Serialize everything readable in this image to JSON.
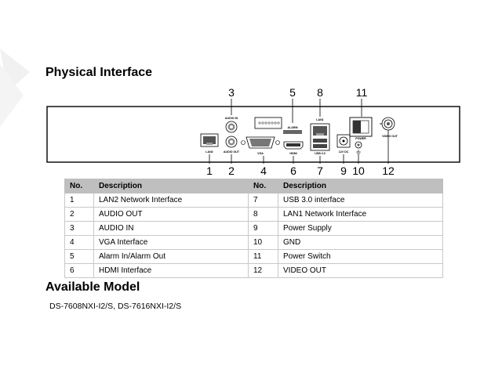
{
  "sections": {
    "physical_title": "Physical Interface",
    "available_title": "Available Model",
    "models_text": "DS-7608NXI-I2/S, DS-7616NXI-I2/S"
  },
  "device": {
    "callouts_top": [
      "3",
      "5",
      "8",
      "11"
    ],
    "callouts_bottom": [
      "1",
      "2",
      "4",
      "6",
      "7",
      "9",
      "10",
      "12"
    ],
    "port_labels": {
      "lan2": "LAN2",
      "audio_in": "AUDIO IN",
      "audio_out": "AUDIO OUT",
      "vga": "VGA",
      "alarm": "ALARM",
      "hdmi": "HDMI",
      "lan1": "LAN1",
      "usb": "USB 3.0",
      "power_supply": "12V DC",
      "power": "POWER",
      "video_out": "VIDEO OUT"
    }
  },
  "table": {
    "headers": [
      "No.",
      "Description",
      "No.",
      "Description"
    ],
    "rows": [
      [
        "1",
        "LAN2 Network Interface",
        "7",
        "USB 3.0 interface"
      ],
      [
        "2",
        "AUDIO OUT",
        "8",
        "LAN1 Network Interface"
      ],
      [
        "3",
        "AUDIO IN",
        "9",
        "Power Supply"
      ],
      [
        "4",
        "VGA Interface",
        "10",
        "GND"
      ],
      [
        "5",
        "Alarm In/Alarm Out",
        "11",
        "Power Switch"
      ],
      [
        "6",
        "HDMI Interface",
        "12",
        "VIDEO OUT"
      ]
    ]
  }
}
